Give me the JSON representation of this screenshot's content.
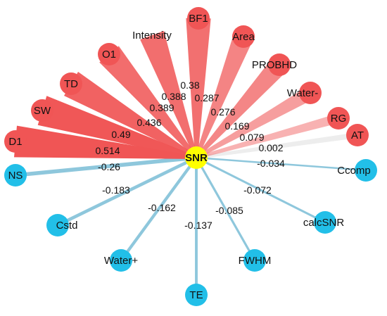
{
  "center": {
    "label": "SNR",
    "color": "#ffff00"
  },
  "colors": {
    "positive": "#f05555",
    "negative": "#22bfe8"
  },
  "edges": [
    {
      "node": "BF1",
      "weight": "0.38",
      "sign": "positive"
    },
    {
      "node": "Intensity",
      "weight": "0.388",
      "sign": "positive"
    },
    {
      "node": "Area",
      "weight": "0.287",
      "sign": "positive"
    },
    {
      "node": "O1",
      "weight": "0.389",
      "sign": "positive"
    },
    {
      "node": "PROBHD",
      "weight": "0.276",
      "sign": "positive"
    },
    {
      "node": "TD",
      "weight": "0.436",
      "sign": "positive"
    },
    {
      "node": "Water-",
      "weight": "0.169",
      "sign": "positive"
    },
    {
      "node": "SW",
      "weight": "0.49",
      "sign": "positive"
    },
    {
      "node": "RG",
      "weight": "0.079",
      "sign": "positive"
    },
    {
      "node": "D1",
      "weight": "0.514",
      "sign": "positive"
    },
    {
      "node": "AT",
      "weight": "0.002",
      "sign": "positive"
    },
    {
      "node": "NS",
      "weight": "-0.26",
      "sign": "negative"
    },
    {
      "node": "Ccomp",
      "weight": "-0.034",
      "sign": "negative"
    },
    {
      "node": "Cstd",
      "weight": "-0.183",
      "sign": "negative"
    },
    {
      "node": "calcSNR",
      "weight": "-0.072",
      "sign": "negative"
    },
    {
      "node": "Water+",
      "weight": "-0.162",
      "sign": "negative"
    },
    {
      "node": "FWHM",
      "weight": "-0.085",
      "sign": "negative"
    },
    {
      "node": "TE",
      "weight": "-0.137",
      "sign": "negative"
    }
  ]
}
